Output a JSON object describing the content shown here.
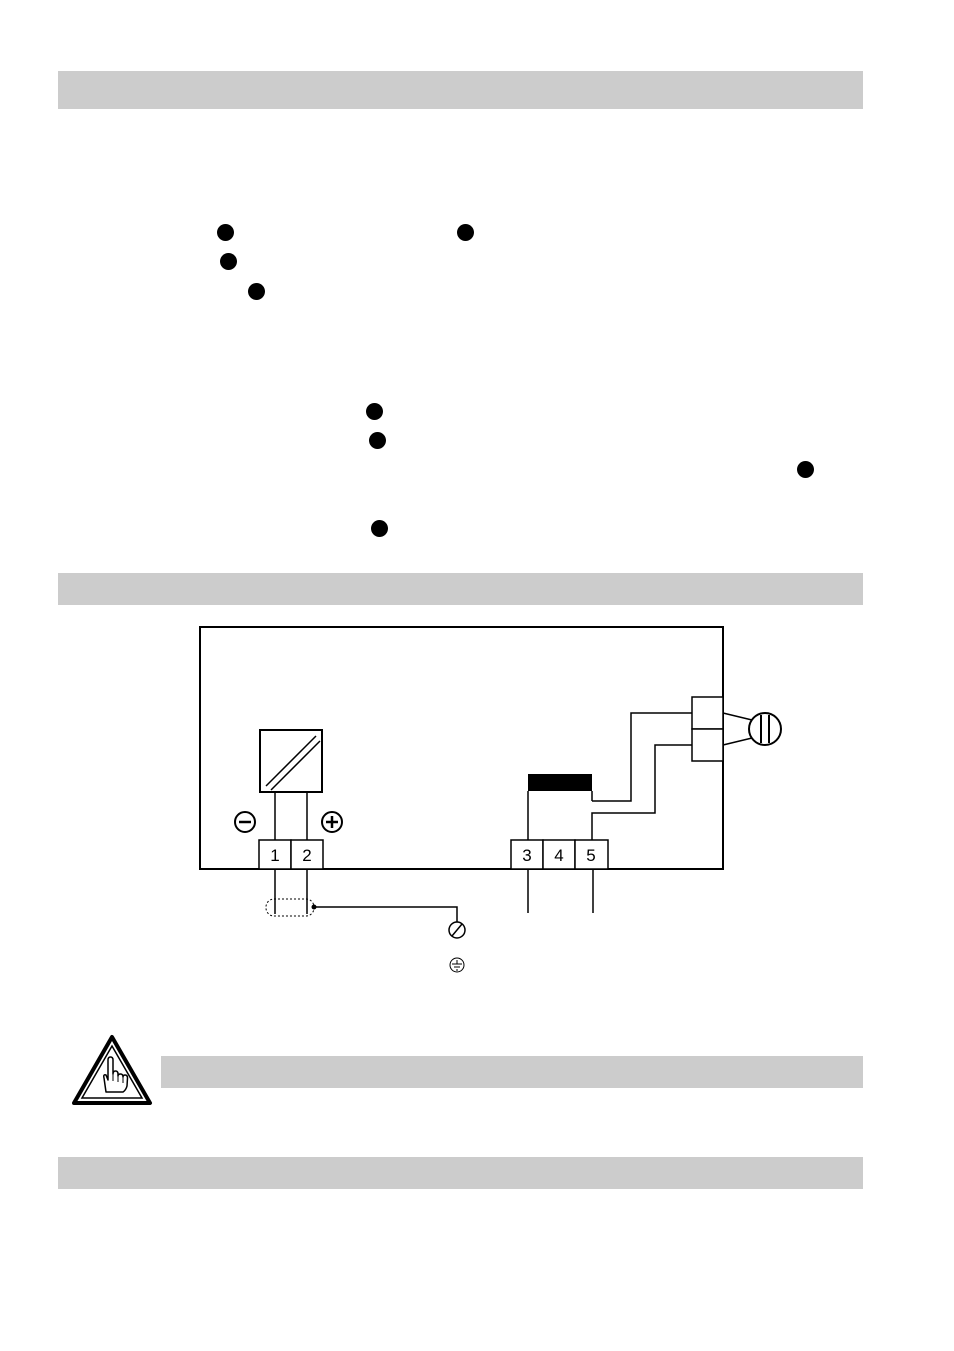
{
  "colors": {
    "band": "#cccccc",
    "ink": "#000000",
    "page": "#ffffff"
  },
  "sections": [
    {
      "role": "section-header-bar"
    },
    {
      "role": "section-header-bar"
    },
    {
      "role": "warning-header-bar"
    },
    {
      "role": "section-header-bar"
    }
  ],
  "marker_icon": "filled-circle-bullet",
  "wiring_diagram": {
    "terminals": [
      "1",
      "2",
      "3",
      "4",
      "5"
    ],
    "polarity": {
      "minus": "⊖",
      "plus": "⊕"
    },
    "symbols": {
      "functional_earth": "⊘",
      "protective_earth": "⏚"
    },
    "icons": [
      "power-supply-icon",
      "relay-contact-icon",
      "valve-icon",
      "cable-shield-icon"
    ]
  },
  "warning_icon": "warning-hand-icon"
}
